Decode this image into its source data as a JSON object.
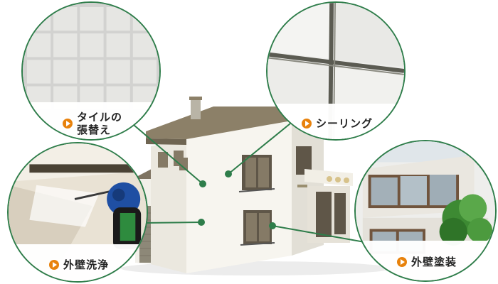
{
  "services": [
    {
      "label_line1": "タイルの",
      "label_line2": "張替え"
    },
    {
      "label_line1": "シーリング",
      "label_line2": ""
    },
    {
      "label_line1": "外壁洗浄",
      "label_line2": ""
    },
    {
      "label_line1": "外壁塗装",
      "label_line2": ""
    }
  ],
  "colors": {
    "accent_green": "#2e7d4a",
    "bullet_orange": "#e8820c"
  },
  "icons": [
    "play-arrow-icon"
  ]
}
